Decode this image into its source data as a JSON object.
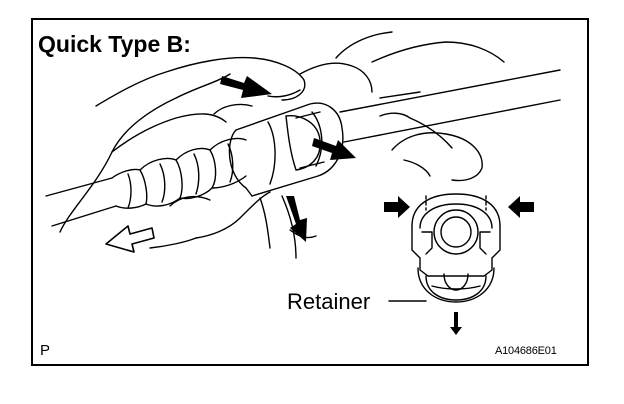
{
  "figure": {
    "title": "Quick Type B:",
    "callout_label": "Retainer",
    "corner_label": "P",
    "figure_code": "A104686E01"
  },
  "colors": {
    "line": "#000000",
    "background": "#ffffff",
    "arrow_fill": "#000000",
    "hollow_arrow_fill": "#ffffff"
  },
  "icons": {
    "push_arrow": "solid-right-arrow",
    "release_arrow": "solid-down-arrow",
    "pull_arrow": "hollow-left-arrow"
  }
}
